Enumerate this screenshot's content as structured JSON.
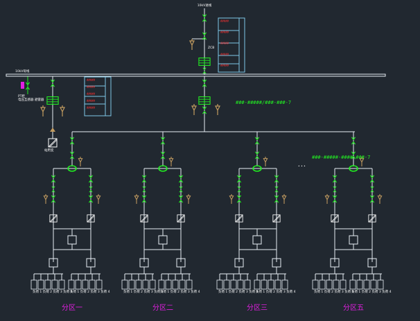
{
  "diagram": {
    "source_label": "10kV进线",
    "busbar_label": "10kV母线",
    "pt_label": "PT柜",
    "pt_sub_label": "电压互感器 避雷器",
    "transformer_label": "站用变",
    "main_note": "###-#####/###-###-7",
    "feeder_note": "###-#####-####-###-7",
    "ellipsis": "• • •",
    "zones": [
      "分区一",
      "分区二",
      "分区三",
      "分区五"
    ],
    "load_label": "负荷 1 负荷 2 负荷 3 负荷 4",
    "table_rows_main": [
      "#####",
      "#####",
      "#####",
      "#####",
      "#####"
    ],
    "table_rows_pt": [
      "#####",
      "#####",
      "#####",
      "#####",
      "#####"
    ],
    "colors": {
      "background": "#212830",
      "line": "#e8eef5",
      "breaker": "#22ee22",
      "ct": "#c39c60",
      "label": "#ff3030",
      "table": "#7ec8e8",
      "zone": "#e21ee2"
    }
  }
}
